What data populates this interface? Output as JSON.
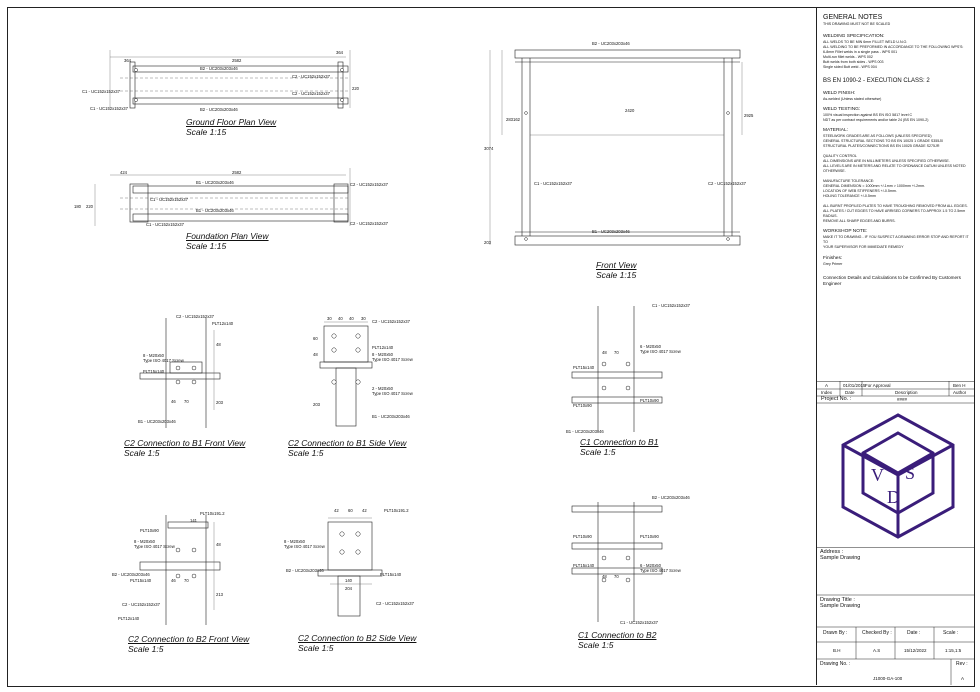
{
  "views": {
    "ground_floor": {
      "title": "Ground Floor Plan View",
      "scale": "Scale 1:15",
      "dims": [
        "364",
        "2582",
        "364",
        "220"
      ],
      "labels": [
        "B2 - UC203x203x46",
        "C2 - UC152x152x37",
        "C2 - UC152x152x37",
        "C1 - UC152x152x37",
        "C1 - UC152x152x37",
        "B2 - UC203x203x46"
      ]
    },
    "foundation": {
      "title": "Foundation Plan View",
      "scale": "Scale 1:15",
      "dims": [
        "424",
        "2582",
        "220",
        "180"
      ],
      "labels": [
        "B1 - UC203x203x46",
        "C2 - UC152x152x37",
        "C1 - UC152x152x37",
        "C1 - UC152x152x37",
        "B1 - UC203x203x46",
        "C2 - UC152x152x37"
      ]
    },
    "front": {
      "title": "Front View",
      "scale": "Scale 1:15",
      "dims": [
        "2420",
        "3074",
        "283",
        "162",
        "2925",
        "203"
      ],
      "labels": [
        "B2 - UC203x203x46",
        "C1 - UC152x152x37",
        "C2 - UC152x152x37",
        "B1 - UC203x203x46"
      ]
    },
    "c2_b1_front": {
      "title": "C2 Connection to B1 Front View",
      "scale": "Scale 1:5",
      "labels": [
        "C2 - UC152x152x37",
        "PLT12x140",
        "8 - M20x50",
        "Type ISO 4017 Screw",
        "PLT15x140",
        "B1 - UC203x203x46"
      ],
      "dims": [
        "46",
        "70",
        "48",
        "203"
      ]
    },
    "c2_b1_side": {
      "title": "C2 Connection to B1 Side View",
      "scale": "Scale 1:5",
      "labels": [
        "C2 - UC152x152x37",
        "PLT12x140",
        "8 - M20x50",
        "Type ISO 4017 Screw",
        "2 - M20x50",
        "Type ISO 4017 Screw",
        "B1 - UC203x203x46"
      ],
      "dims": [
        "30",
        "40",
        "40",
        "30",
        "60",
        "48",
        "203"
      ]
    },
    "c1_b1": {
      "title": "C1 Connection to B1",
      "scale": "Scale 1:5",
      "labels": [
        "C1 - UC152x152x37",
        "6 - M20x50",
        "Type ISO 4017 Screw",
        "PLT15x140",
        "PLT10x90",
        "PLT10x90",
        "B1 - UC203x203x46"
      ],
      "dims": [
        "48",
        "70"
      ]
    },
    "c2_b2_front": {
      "title": "C2 Connection to B2 Front View",
      "scale": "Scale 1:5",
      "labels": [
        "PLT10x191.2",
        "PLT10x90",
        "8 - M20x50",
        "Type ISO 4017 Screw",
        "B2 - UC203x203x46",
        "PLT15x140",
        "C2 - UC152x152x37",
        "PLT12x140"
      ],
      "dims": [
        "141",
        "46",
        "70",
        "48",
        "213"
      ]
    },
    "c2_b2_side": {
      "title": "C2 Connection to B2 Side View",
      "scale": "Scale 1:5",
      "labels": [
        "PLT10x191.2",
        "8 - M20x50",
        "Type ISO 4017 Screw",
        "B2 - UC203x203x46",
        "PLT15x140",
        "C2 - UC152x152x37"
      ],
      "dims": [
        "42",
        "60",
        "42",
        "140",
        "204"
      ]
    },
    "c1_b2": {
      "title": "C1 Connection to B2",
      "scale": "Scale 1:5",
      "labels": [
        "B2 - UC203x203x46",
        "PLT10x90",
        "PLT10x90",
        "6 - M20x50",
        "Type ISO 4017 Screw",
        "PLT15x140",
        "C1 - UC152x152x37"
      ],
      "dims": [
        "48",
        "70"
      ]
    }
  },
  "notes": {
    "general_title": "GENERAL NOTES",
    "general_text": "THIS DRAWING MUST NOT BE SCALED",
    "welding_title": "WELDING SPECIFICATION:",
    "welding_lines": [
      "ALL WELDS TO BE MIN 6mm FILLET WELD U.N.O.",
      "ALL WELDING TO BE PREFORMED IN ACCORDANCE TO THE FOLLOWING WPS'S:",
      "6-8mm Fillet welds in a single pass - WPS 001",
      "Multi-run fillet welds - WPS 002",
      "Butt welds from both sides - WPS 003",
      "Single sided Butt weld - WPS 004"
    ],
    "bs_title": "BS EN 1090-2 - EXECUTION CLASS: 2",
    "finish_title": "WELD FINISH:",
    "finish_text": "As-welded (Unless stated otherwise)",
    "testing_title": "WELD TESTING:",
    "testing_lines": [
      "100% visual inspection against BS EN ISO 5817 level C",
      "NDT as per contract requirements and/or table 24 (BS EN 1090-2)"
    ],
    "material_title": "MATERIAL:",
    "material_lines": [
      "STEELWORK GRADES ARE AS FOLLOWS (UNLESS SPECIFIED)",
      "GENERAL STRUCTURAL SECTIONS TO BS EN 10025 1 GRADE S355J0",
      "STRUCTURAL PLATES/CONNECTIONS BS EN 10025 GRADE S275JR"
    ],
    "qc_lines": [
      "QUALITY CONTROL",
      "ALL DIMENSIONS ARE IN MILLIMETERS UNLESS SPECIFIED OTHERWISE.",
      "ALL LEVELS ARE IN METERS AND RELATE TO ORDNANCE DATUM UNLESS NOTED OTHERWISE."
    ],
    "tolerance_lines": [
      "MANUFACTURE TOLERANCE:",
      "GENERAL DIMENSION = 1000mm +/-1mm > 1000mm +/-2mm.",
      "LOCATION OF WEB STIFFENERS +/-0.5mm.",
      "HOLING TOLERANCE +/-0.5mm"
    ],
    "burr_lines": [
      "ALL BURNT PROFILED PLATES TO HAVE TROUGHING REMOVED FROM ALL EDGES.",
      "ALL PLATES / CUT EDGES TO HAVE ARRISED CORNERS TO APPROX 1.5 TO 2.5mm RADIUS.",
      "REMOVE ALL SHARP EDGES AND BURRS."
    ],
    "workshop_title": "WORKSHOP NOTE:",
    "workshop_lines": [
      "MAKE IT TO DRAWING - IF YOU SUSPECT A DRAWING ERROR STOP AND REPORT IT TO",
      "YOUR SUPERVISOR FOR IMMEDIATE REMEDY"
    ],
    "finishes_title": "Finishes:",
    "finishes_text": "Grey Primer",
    "connection_text": "Connection Details and Calculations to be Confirmed By Customers Engineer"
  },
  "revision": {
    "rev": "A",
    "date": "01/01/2015",
    "description": "For Approval",
    "author": "Ben H",
    "headers": [
      "Index",
      "Date",
      "Description",
      "Author"
    ]
  },
  "project": {
    "label": "Project No. :",
    "value": "####"
  },
  "logo_letters": [
    "V",
    "S",
    "D"
  ],
  "address": {
    "label": "Address :",
    "value": "Sample Drawing"
  },
  "drawing_title": {
    "label": "Drawing Title :",
    "value": "Sample Drawing"
  },
  "titleblock": {
    "drawn_by_label": "Drawn By :",
    "drawn_by": "B.H",
    "checked_by_label": "Checked By :",
    "checked_by": "A.S",
    "date_label": "Date :",
    "date": "15/12/2022",
    "scale_label": "Scale :",
    "scale": "1:15,1:5",
    "drawing_no_label": "Drawing No. :",
    "drawing_no": "J1000-GA-100",
    "rev_label": "Rev :",
    "rev": "A"
  },
  "colors": {
    "logo": "#3a1d7a",
    "line": "#222222"
  }
}
